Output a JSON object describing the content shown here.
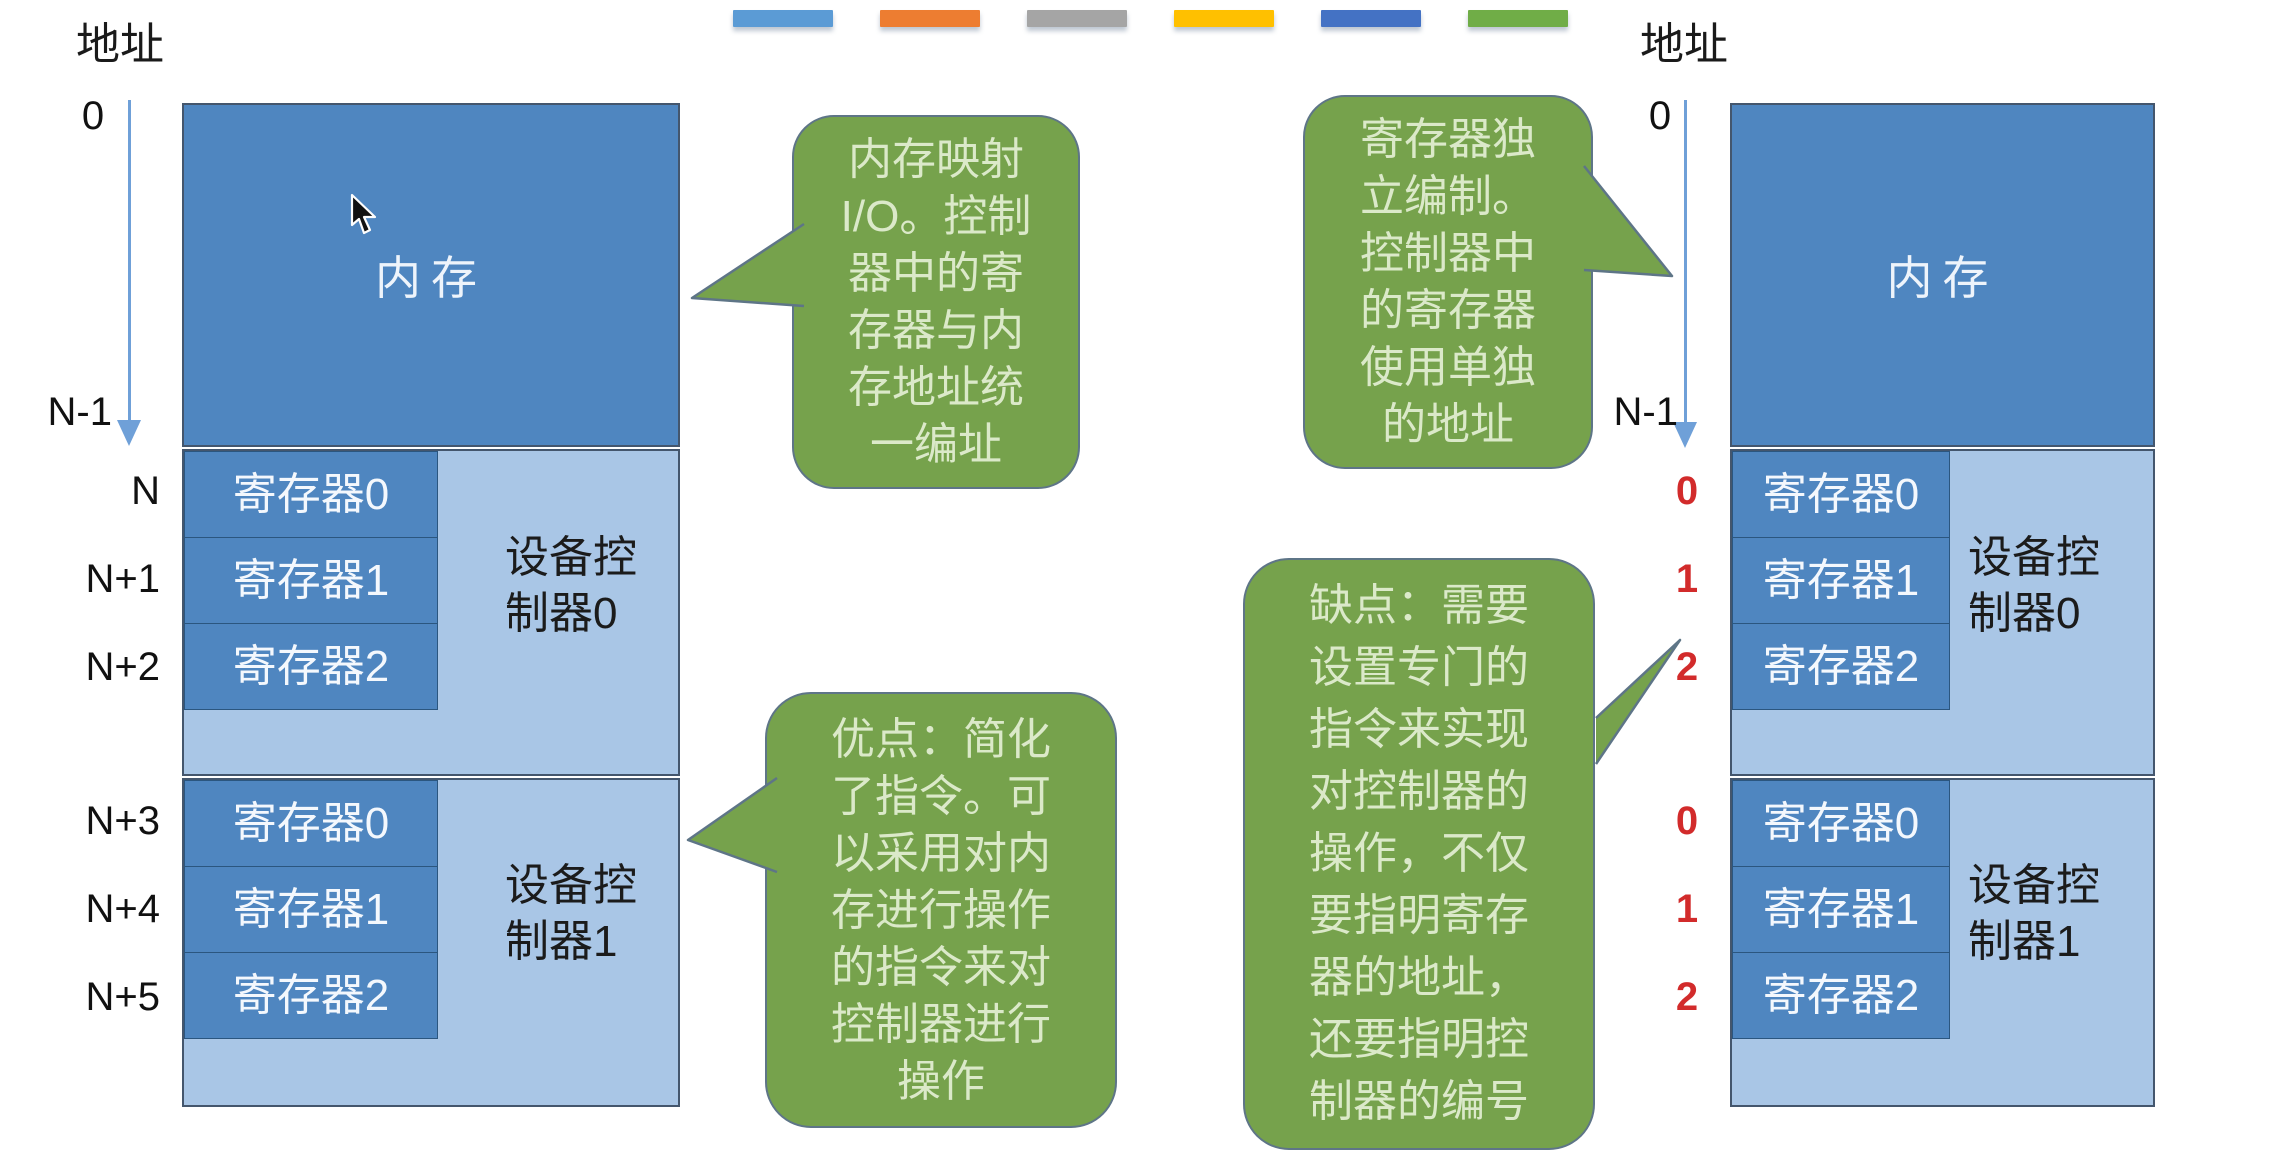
{
  "legend": {
    "segment_colors": [
      "#5b9bd5",
      "#ed7d31",
      "#a5a5a5",
      "#ffc000",
      "#4472c4",
      "#70ad47"
    ]
  },
  "left_diagram": {
    "address_title": "地址",
    "axis_top_label": "0",
    "axis_bottom_label": "N-1",
    "memory_label": "内存",
    "address_labels": [
      "N",
      "N+1",
      "N+2",
      "N+3",
      "N+4",
      "N+5"
    ],
    "controller0": {
      "registers": [
        "寄存器0",
        "寄存器1",
        "寄存器2"
      ],
      "label": "设备控\n制器0"
    },
    "controller1": {
      "registers": [
        "寄存器0",
        "寄存器1",
        "寄存器2"
      ],
      "label": "设备控\n制器1"
    }
  },
  "right_diagram": {
    "address_title": "地址",
    "axis_top_label": "0",
    "axis_bottom_label": "N-1",
    "memory_label": "内存",
    "controller0": {
      "registers": [
        "寄存器0",
        "寄存器1",
        "寄存器2"
      ],
      "register_numbers": [
        "0",
        "1",
        "2"
      ],
      "label": "设备控\n制器0"
    },
    "controller1": {
      "registers": [
        "寄存器0",
        "寄存器1",
        "寄存器2"
      ],
      "register_numbers": [
        "0",
        "1",
        "2"
      ],
      "label": "设备控\n制器1"
    }
  },
  "callouts": {
    "memory_mapped_io": {
      "text": "内存映射\nI/O。控制\n器中的寄\n存器与内\n存地址统\n一编址"
    },
    "separate_addressing": {
      "text": "寄存器独\n立编制。\n控制器中\n的寄存器\n使用单独\n的地址"
    },
    "advantage": {
      "text": "优点：简化\n了指令。可\n以采用对内\n存进行操作\n的指令来对\n控制器进行\n操作"
    },
    "disadvantage": {
      "text": "缺点：需要\n设置专门的\n指令来实现\n对控制器的\n操作，不仅\n要指明寄存\n器的地址，\n还要指明控\n制器的编号"
    }
  },
  "colors": {
    "memory_fill": "#4f86c0",
    "register_fill": "#4f86c0",
    "controller_fill": "#a9c6e6",
    "box_border": "#44566d",
    "callout_fill": "#76a24c",
    "callout_border": "#5e7587",
    "callout_text": "#dbe9c9",
    "arrow": "#6fa0d8",
    "red_number": "#d22b2b"
  }
}
